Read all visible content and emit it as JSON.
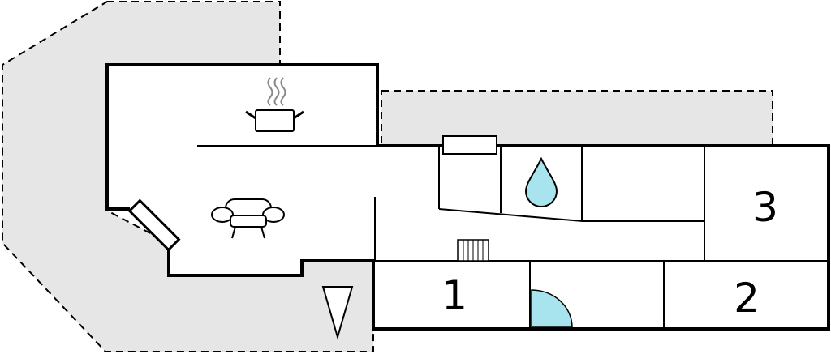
{
  "rooms": {
    "bedroom_1": "1",
    "bedroom_2": "2",
    "bedroom_3": "3"
  },
  "icons": {
    "stove": "cooking-pot-icon",
    "sofa": "armchair-icon",
    "bath": "water-drop-icon",
    "radiator": "radiator-icon",
    "fireplace": "fireplace-icon",
    "entrance": "entrance-arrow-icon",
    "shower": "quarter-circle-shower-icon"
  },
  "colors": {
    "outdoor": "#e6e6e6",
    "water": "#a8e4ee",
    "walls": "#000000"
  }
}
